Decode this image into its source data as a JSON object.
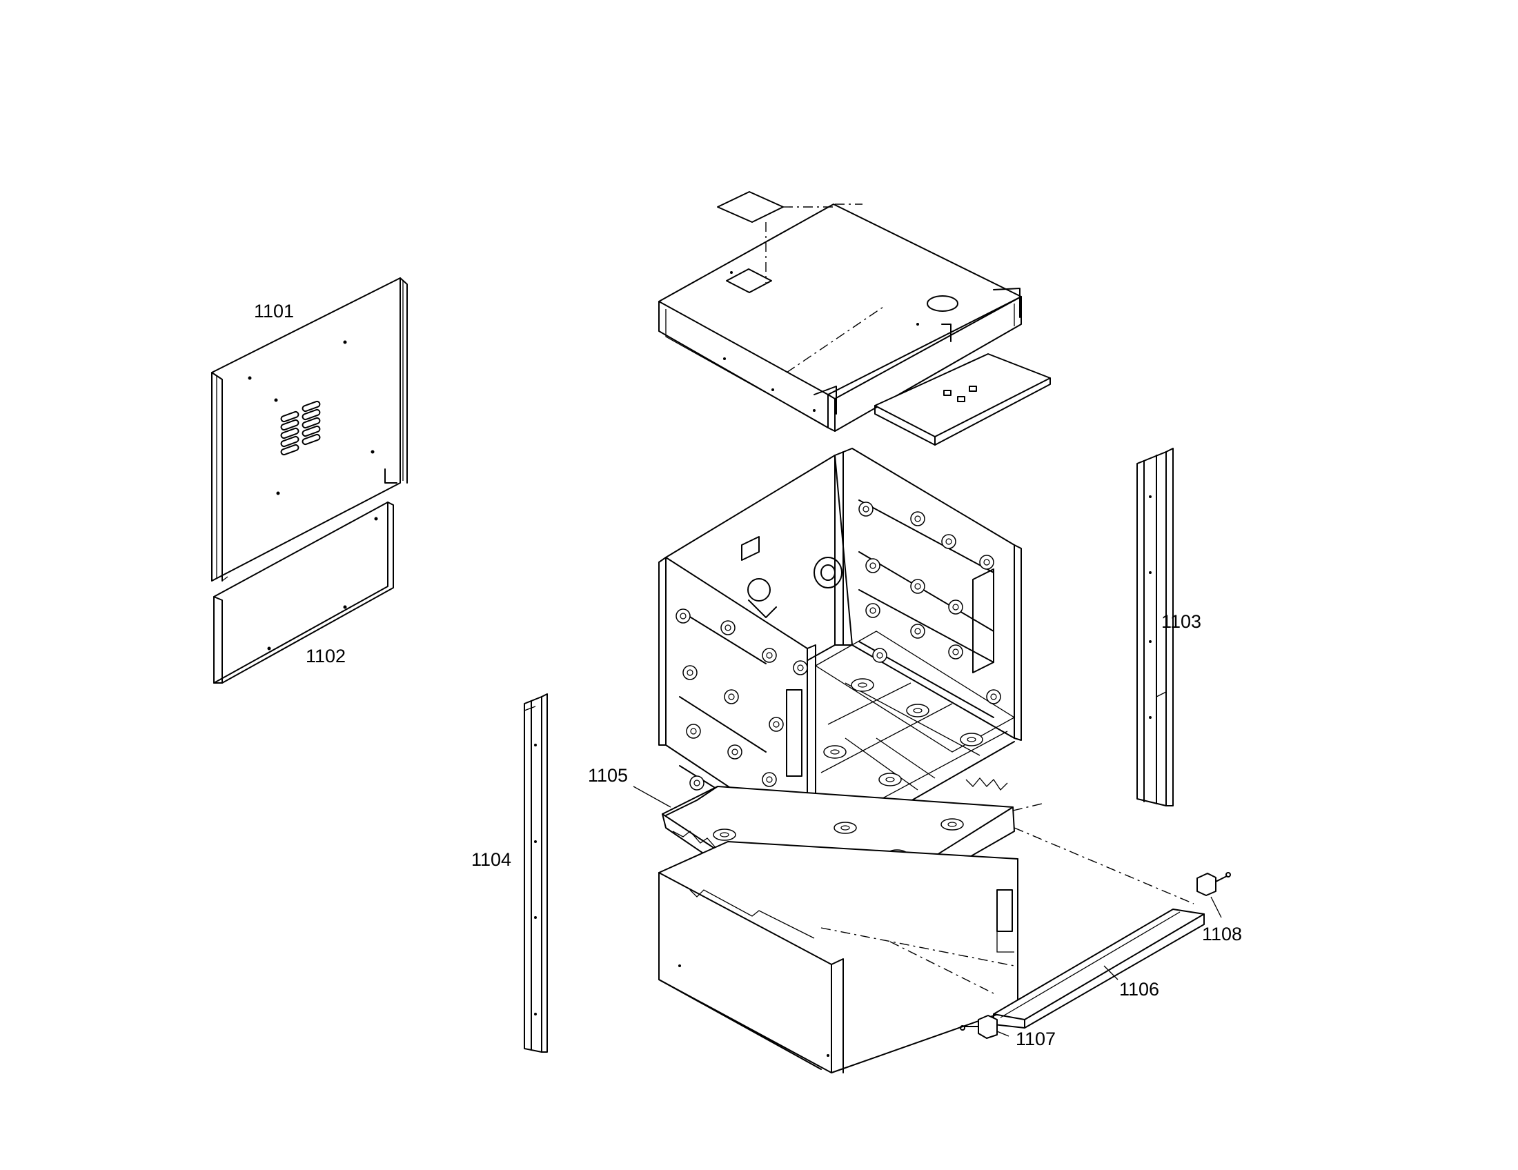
{
  "parts": [
    {
      "id": "1101"
    },
    {
      "id": "1102"
    },
    {
      "id": "1103"
    },
    {
      "id": "1104"
    },
    {
      "id": "1105"
    },
    {
      "id": "1106"
    },
    {
      "id": "1107"
    },
    {
      "id": "1108"
    }
  ]
}
